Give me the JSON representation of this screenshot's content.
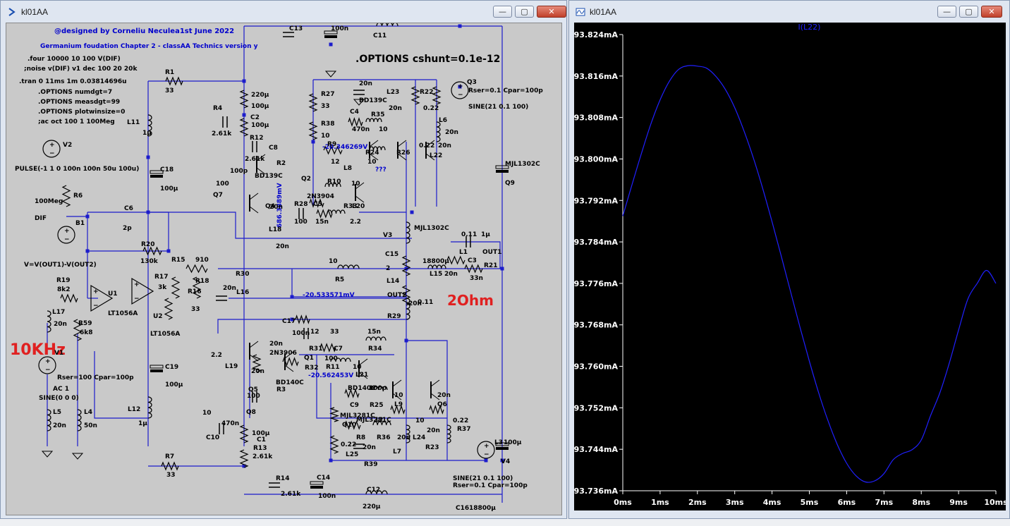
{
  "left_window": {
    "title": "kl01AA",
    "buttons": {
      "minimize": "—",
      "maximize": "▢",
      "close": "✕"
    }
  },
  "right_window": {
    "title": "kl01AA",
    "buttons": {
      "minimize": "—",
      "maximize": "▢",
      "close": "✕"
    }
  },
  "schematic": {
    "header": "@designed by Corneliu Neculea1st June 2022",
    "subtitle": "Germanium foudation Chapter 2 - classAA Technics version y",
    "directives": [
      ".four 10000 10 100 V(DIF)",
      ";noise v(DIF) v1 dec 100 20 20k",
      ".tran 0 11ms 1m 0.03814696u",
      ".OPTIONS numdgt=7",
      ".OPTIONS measdgt=99",
      ".OPTIONS plotwinsize=0",
      ";ac oct 100 1 100Meg"
    ],
    "cshunt": ".OPTIONS cshunt=0.1e-12",
    "big_labels": {
      "freq": "10KHz",
      "load": "2Ohm"
    },
    "source_v2": "PULSE(-1 1 0 100n 100n 50u 100u)",
    "source_v1": [
      "Rser=100 Cpar=100p",
      "AC 1",
      "SINE(0 0 0)"
    ],
    "source_v3": [
      "Rser=0.1 Cpar=100p",
      "SINE(21 0.1 100)"
    ],
    "source_v4": [
      "SINE(21 0.1 100)",
      "Rser=0.1 Cpar=100p"
    ],
    "behavioral": "V=V(OUT1)-V(OUT2)",
    "node_voltages": [
      "-20.346269V",
      "686.3889mV",
      "-20.533571mV",
      "-20.562453V",
      "???"
    ],
    "labels": [
      "R1",
      "33",
      "L11",
      "1μ",
      "V2",
      "C18",
      "100μ",
      "R6",
      "100Meg",
      "DIF",
      "B1",
      "C6",
      "2p",
      "R20",
      "130k",
      "R15",
      "910",
      "R17",
      "3k",
      "R18",
      "R16",
      "33",
      "U1",
      "LT1056A",
      "U2",
      "LT1056A",
      "R19",
      "8k2",
      "L17",
      "20n",
      "R59",
      "6k8",
      "V1",
      "L5",
      "20n",
      "L4",
      "50n",
      "C19",
      "100μ",
      "L12",
      "1μ",
      "R7",
      "33",
      "C13",
      "100n",
      "C11",
      "220μ",
      "100μ",
      "R4",
      "2.61k",
      "100μ",
      "C2",
      "R12",
      "2.61k",
      "C8",
      "100p",
      "BD139C",
      "R2",
      "100",
      "Q7",
      "Q2",
      "2N3904",
      "R10",
      "10",
      "L20",
      "20n",
      "Q4",
      "R28",
      "100",
      "C5",
      "15n",
      "R33",
      "2.2",
      "L18",
      "20n",
      "R27",
      "33",
      "R38",
      "10",
      "R9",
      "12",
      "R24",
      "10",
      "L8",
      "20n",
      "BD139C",
      "C4",
      "470n",
      "R35",
      "10",
      "L23",
      "20n",
      "R22",
      "0.22",
      "L6",
      "20n",
      "R26",
      "0.22",
      "L22",
      "20n",
      "Q3",
      "MJL1302C",
      "Q9",
      "MJL1302C",
      "V3",
      "C15",
      "18800μ",
      "L15",
      "20n",
      "0.11",
      "L1",
      "1μ",
      "OUT1",
      "C3",
      "33n",
      "R21",
      "10",
      "R5",
      "2",
      "OUT2",
      "L14",
      "20n",
      "R29",
      "0.11",
      "R30",
      "L16",
      "20n",
      "C17",
      "100n",
      "12",
      "R31",
      "33",
      "C7",
      "15n",
      "R34",
      "2.2",
      "L19",
      "20n",
      "2N3906",
      "Q1",
      "R32",
      "100",
      "R11",
      "10",
      "L21",
      "20n",
      "Q5",
      "BD140C",
      "R3",
      "100",
      "Q8",
      "BD140C",
      "C9",
      "100p",
      "R25",
      "10",
      "L9",
      "20n",
      "Q6",
      "MJL3281C",
      "Q10",
      "MJL3281C",
      "R8",
      "12",
      "R36",
      "10",
      "L24",
      "20n",
      "L7",
      "20n",
      "R23",
      "0.22",
      "R37",
      "0.22",
      "L25",
      "20n",
      "R39",
      "10",
      "C10",
      "470n",
      "100μ",
      "C1",
      "R13",
      "2.61k",
      "R14",
      "2.61k",
      "C14",
      "100n",
      "C12",
      "220μ",
      "L3",
      "100μ",
      "V4",
      "C16",
      "18800μ"
    ]
  },
  "waveform": {
    "trace_label": "I(L22)",
    "trace_color": "#2020ff",
    "chart_data": {
      "type": "line",
      "title": "I(L22)",
      "xlabel": "",
      "ylabel": "",
      "x_unit": "ms",
      "y_unit": "mA",
      "xlim": [
        0,
        10
      ],
      "ylim": [
        93.736,
        93.824
      ],
      "x_ticks": [
        "0ms",
        "1ms",
        "2ms",
        "3ms",
        "4ms",
        "5ms",
        "6ms",
        "7ms",
        "8ms",
        "9ms",
        "10ms"
      ],
      "y_ticks": [
        "93.824mA",
        "93.816mA",
        "93.808mA",
        "93.800mA",
        "93.792mA",
        "93.784mA",
        "93.776mA",
        "93.768mA",
        "93.760mA",
        "93.752mA",
        "93.744mA",
        "93.736mA"
      ],
      "series": [
        {
          "name": "I(L22)",
          "x": [
            0,
            0.25,
            0.5,
            0.75,
            1,
            1.25,
            1.5,
            1.75,
            2,
            2.25,
            2.5,
            2.75,
            3,
            3.25,
            3.5,
            3.75,
            4,
            4.25,
            4.5,
            4.75,
            5,
            5.25,
            5.5,
            5.75,
            6,
            6.25,
            6.5,
            6.75,
            7,
            7.25,
            7.5,
            7.75,
            8,
            8.25,
            8.5,
            8.75,
            9,
            9.25,
            9.5,
            9.75,
            10
          ],
          "y": [
            93.789,
            93.7951,
            93.8011,
            93.8067,
            93.8114,
            93.815,
            93.8173,
            93.818,
            93.8179,
            93.8175,
            93.8159,
            93.8134,
            93.8099,
            93.8054,
            93.8002,
            93.7943,
            93.7879,
            93.7812,
            93.7743,
            93.7675,
            93.761,
            93.7549,
            93.7495,
            93.7449,
            93.7413,
            93.7389,
            93.7377,
            93.7379,
            93.7393,
            93.742,
            93.7432,
            93.7439,
            93.7458,
            93.7505,
            93.7549,
            93.7606,
            93.767,
            93.773,
            93.776,
            93.7785,
            93.776
          ]
        }
      ]
    }
  }
}
